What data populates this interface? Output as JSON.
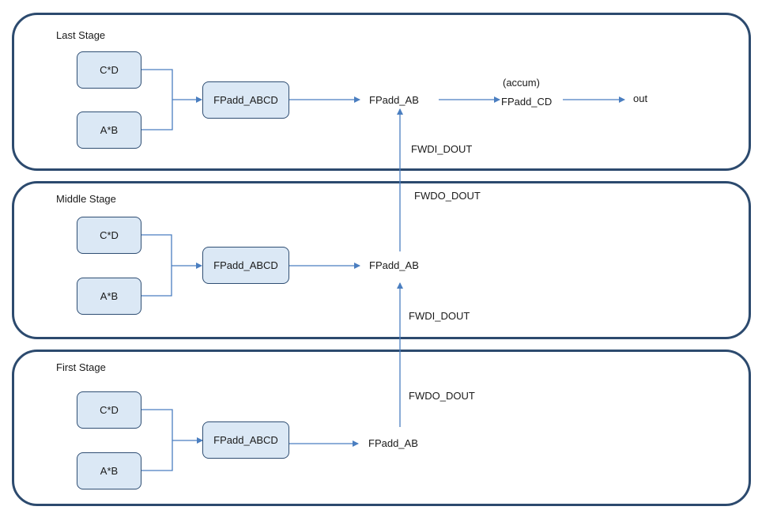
{
  "stages": {
    "last": {
      "title": "Last Stage",
      "cd": "C*D",
      "ab": "A*B",
      "abcd": "FPadd_ABCD",
      "fpadd_ab": "FPadd_AB"
    },
    "middle": {
      "title": "Middle Stage",
      "cd": "C*D",
      "ab": "A*B",
      "abcd": "FPadd_ABCD",
      "fpadd_ab": "FPadd_AB"
    },
    "first": {
      "title": "First Stage",
      "cd": "C*D",
      "ab": "A*B",
      "abcd": "FPadd_ABCD",
      "fpadd_ab": "FPadd_AB"
    }
  },
  "accum_label": "(accum)",
  "fpadd_cd": "FPadd_CD",
  "out": "out",
  "signals": {
    "upper_fwdi": "FWDI_DOUT",
    "upper_fwdo": "FWDO_DOUT",
    "lower_fwdi": "FWDI_DOUT",
    "lower_fwdo": "FWDO_DOUT"
  },
  "colors": {
    "stage_border": "#2c4a6e",
    "box_fill": "#dbe8f5",
    "box_border": "#2f4e73",
    "arrow": "#4a7ec0"
  }
}
